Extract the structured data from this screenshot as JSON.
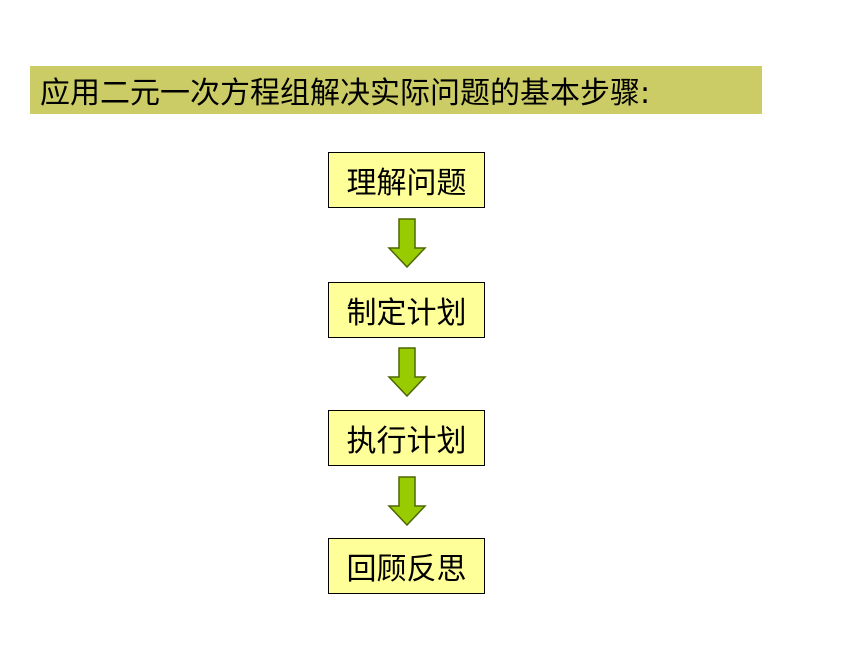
{
  "title": "应用二元一次方程组解决实际问题的基本步骤:",
  "steps": [
    {
      "label": "理解问题"
    },
    {
      "label": "制定计划"
    },
    {
      "label": "执行计划"
    },
    {
      "label": "回顾反思"
    }
  ],
  "colors": {
    "title_background": "#cccc66",
    "box_fill": "#ffff99",
    "arrow_fill": "#99cc00",
    "arrow_stroke": "#4d6600"
  }
}
